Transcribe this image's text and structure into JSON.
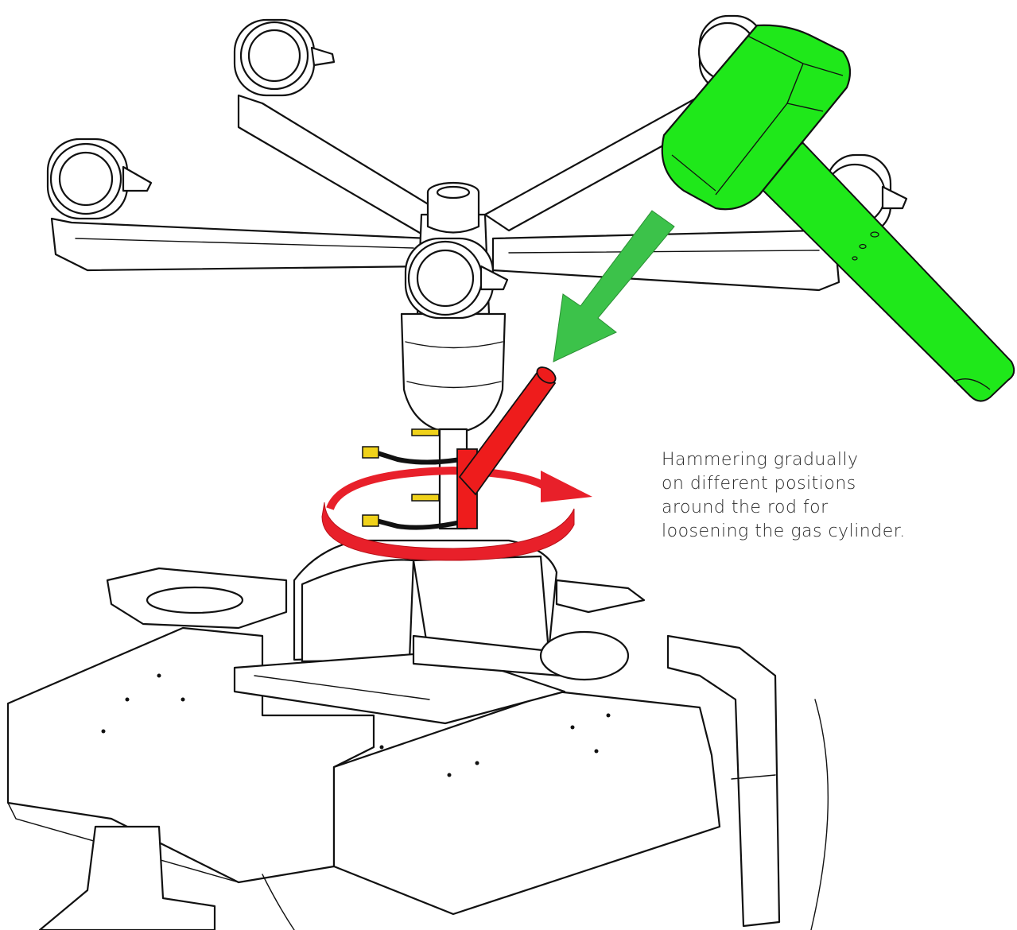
{
  "caption": {
    "lines": [
      "Hammering gradually",
      "on different positions",
      "around the rod for",
      "loosening the gas cylinder."
    ]
  },
  "colors": {
    "hammer": "#1fe81a",
    "hammer_shadow": "#16b812",
    "arrow_green": "#3cc24a",
    "rod_red": "#ee1c1c",
    "rotation_red": "#e8202a",
    "tie_yellow": "#f0d21a",
    "outline": "#111111"
  },
  "icons": {
    "hammer": "hammer-icon",
    "strike_arrow": "arrow-down-left-icon",
    "rotation": "rotate-clockwise-icon"
  }
}
